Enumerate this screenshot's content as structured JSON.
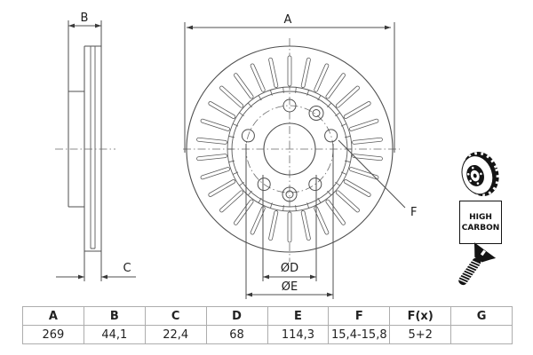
{
  "drawing": {
    "labels": {
      "dim_a": "A",
      "dim_b": "B",
      "dim_c": "C",
      "dim_f": "F",
      "dim_d": "ØD",
      "dim_e": "ØE"
    }
  },
  "badge": {
    "line1": "HIGH",
    "line2": "CARBON"
  },
  "icons": {
    "disc": "brake-disc-icon",
    "screw": "countersunk-screw-icon"
  },
  "table": {
    "headers": [
      "A",
      "B",
      "C",
      "D",
      "E",
      "F",
      "F(x)",
      "G"
    ],
    "values": [
      "269",
      "44,1",
      "22,4",
      "68",
      "114,3",
      "15,4-15,8",
      "5+2",
      ""
    ]
  },
  "colors": {
    "line": "#4f4f4f",
    "table_border": "#adadad",
    "text": "#1c1c1c"
  }
}
